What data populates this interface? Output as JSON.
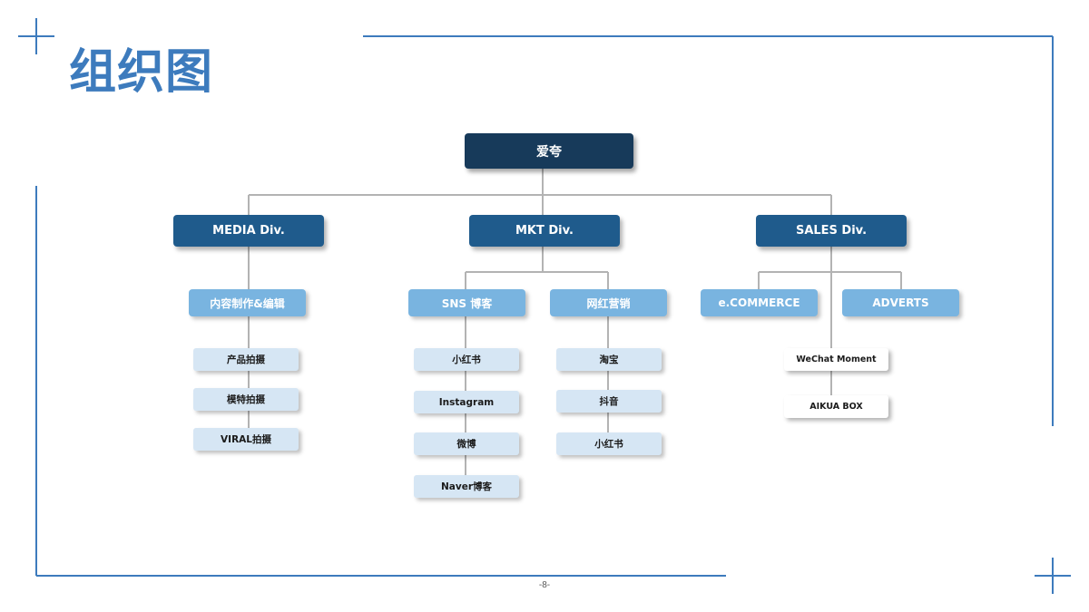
{
  "title": "组织图",
  "page_number": "-8-",
  "colors": {
    "accent": "#3d7bbd",
    "root": "#173a5a",
    "division": "#1f5b8c",
    "team": "#79b4e0",
    "leaf": "#d6e6f4",
    "connector": "#b3b3b3"
  },
  "org": {
    "root": "爱夸",
    "divisions": [
      {
        "label": "MEDIA Div.",
        "teams": [
          {
            "label": "内容制作&编辑",
            "items": [
              "产品拍摄",
              "模特拍摄",
              "VIRAL拍摄"
            ]
          }
        ]
      },
      {
        "label": "MKT Div.",
        "teams": [
          {
            "label": "SNS 博客",
            "items": [
              "小红书",
              "Instagram",
              "微博",
              "Naver博客"
            ]
          },
          {
            "label": "网红营销",
            "items": [
              "淘宝",
              "抖音",
              "小红书"
            ]
          }
        ]
      },
      {
        "label": "SALES Div.",
        "teams": [
          {
            "label": "e.COMMERCE"
          },
          {
            "label": "ADVERTS"
          }
        ],
        "items": [
          "WeChat  Moment",
          "AIKUA BOX"
        ]
      }
    ]
  }
}
